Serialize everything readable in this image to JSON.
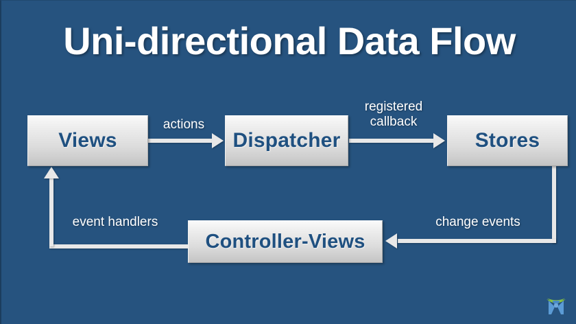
{
  "slide": {
    "title": "Uni-directional Data Flow",
    "background_color": "#26537F",
    "title_color": "#FFFFFF"
  },
  "diagram": {
    "type": "flow-diagram",
    "node_fill_gradient": [
      "#FAFAFA",
      "#C4C4C4"
    ],
    "node_text_color": "#1F5080",
    "connector_color": "#E8E8E8",
    "nodes": [
      {
        "id": "views",
        "label": "Views"
      },
      {
        "id": "dispatcher",
        "label": "Dispatcher"
      },
      {
        "id": "stores",
        "label": "Stores"
      },
      {
        "id": "controller",
        "label": "Controller-Views"
      }
    ],
    "edges": [
      {
        "id": "edge-actions",
        "from": "views",
        "to": "dispatcher",
        "label": "actions"
      },
      {
        "id": "edge-callback",
        "from": "dispatcher",
        "to": "stores",
        "label": "registered\ncallback"
      },
      {
        "id": "edge-change",
        "from": "stores",
        "to": "controller",
        "label": "change events"
      },
      {
        "id": "edge-handlers",
        "from": "controller",
        "to": "views",
        "label": "event handlers"
      }
    ]
  },
  "logo": {
    "name": "company-logo",
    "arc_color": "#8CC63E",
    "figure_color": "#5B9BD5"
  }
}
